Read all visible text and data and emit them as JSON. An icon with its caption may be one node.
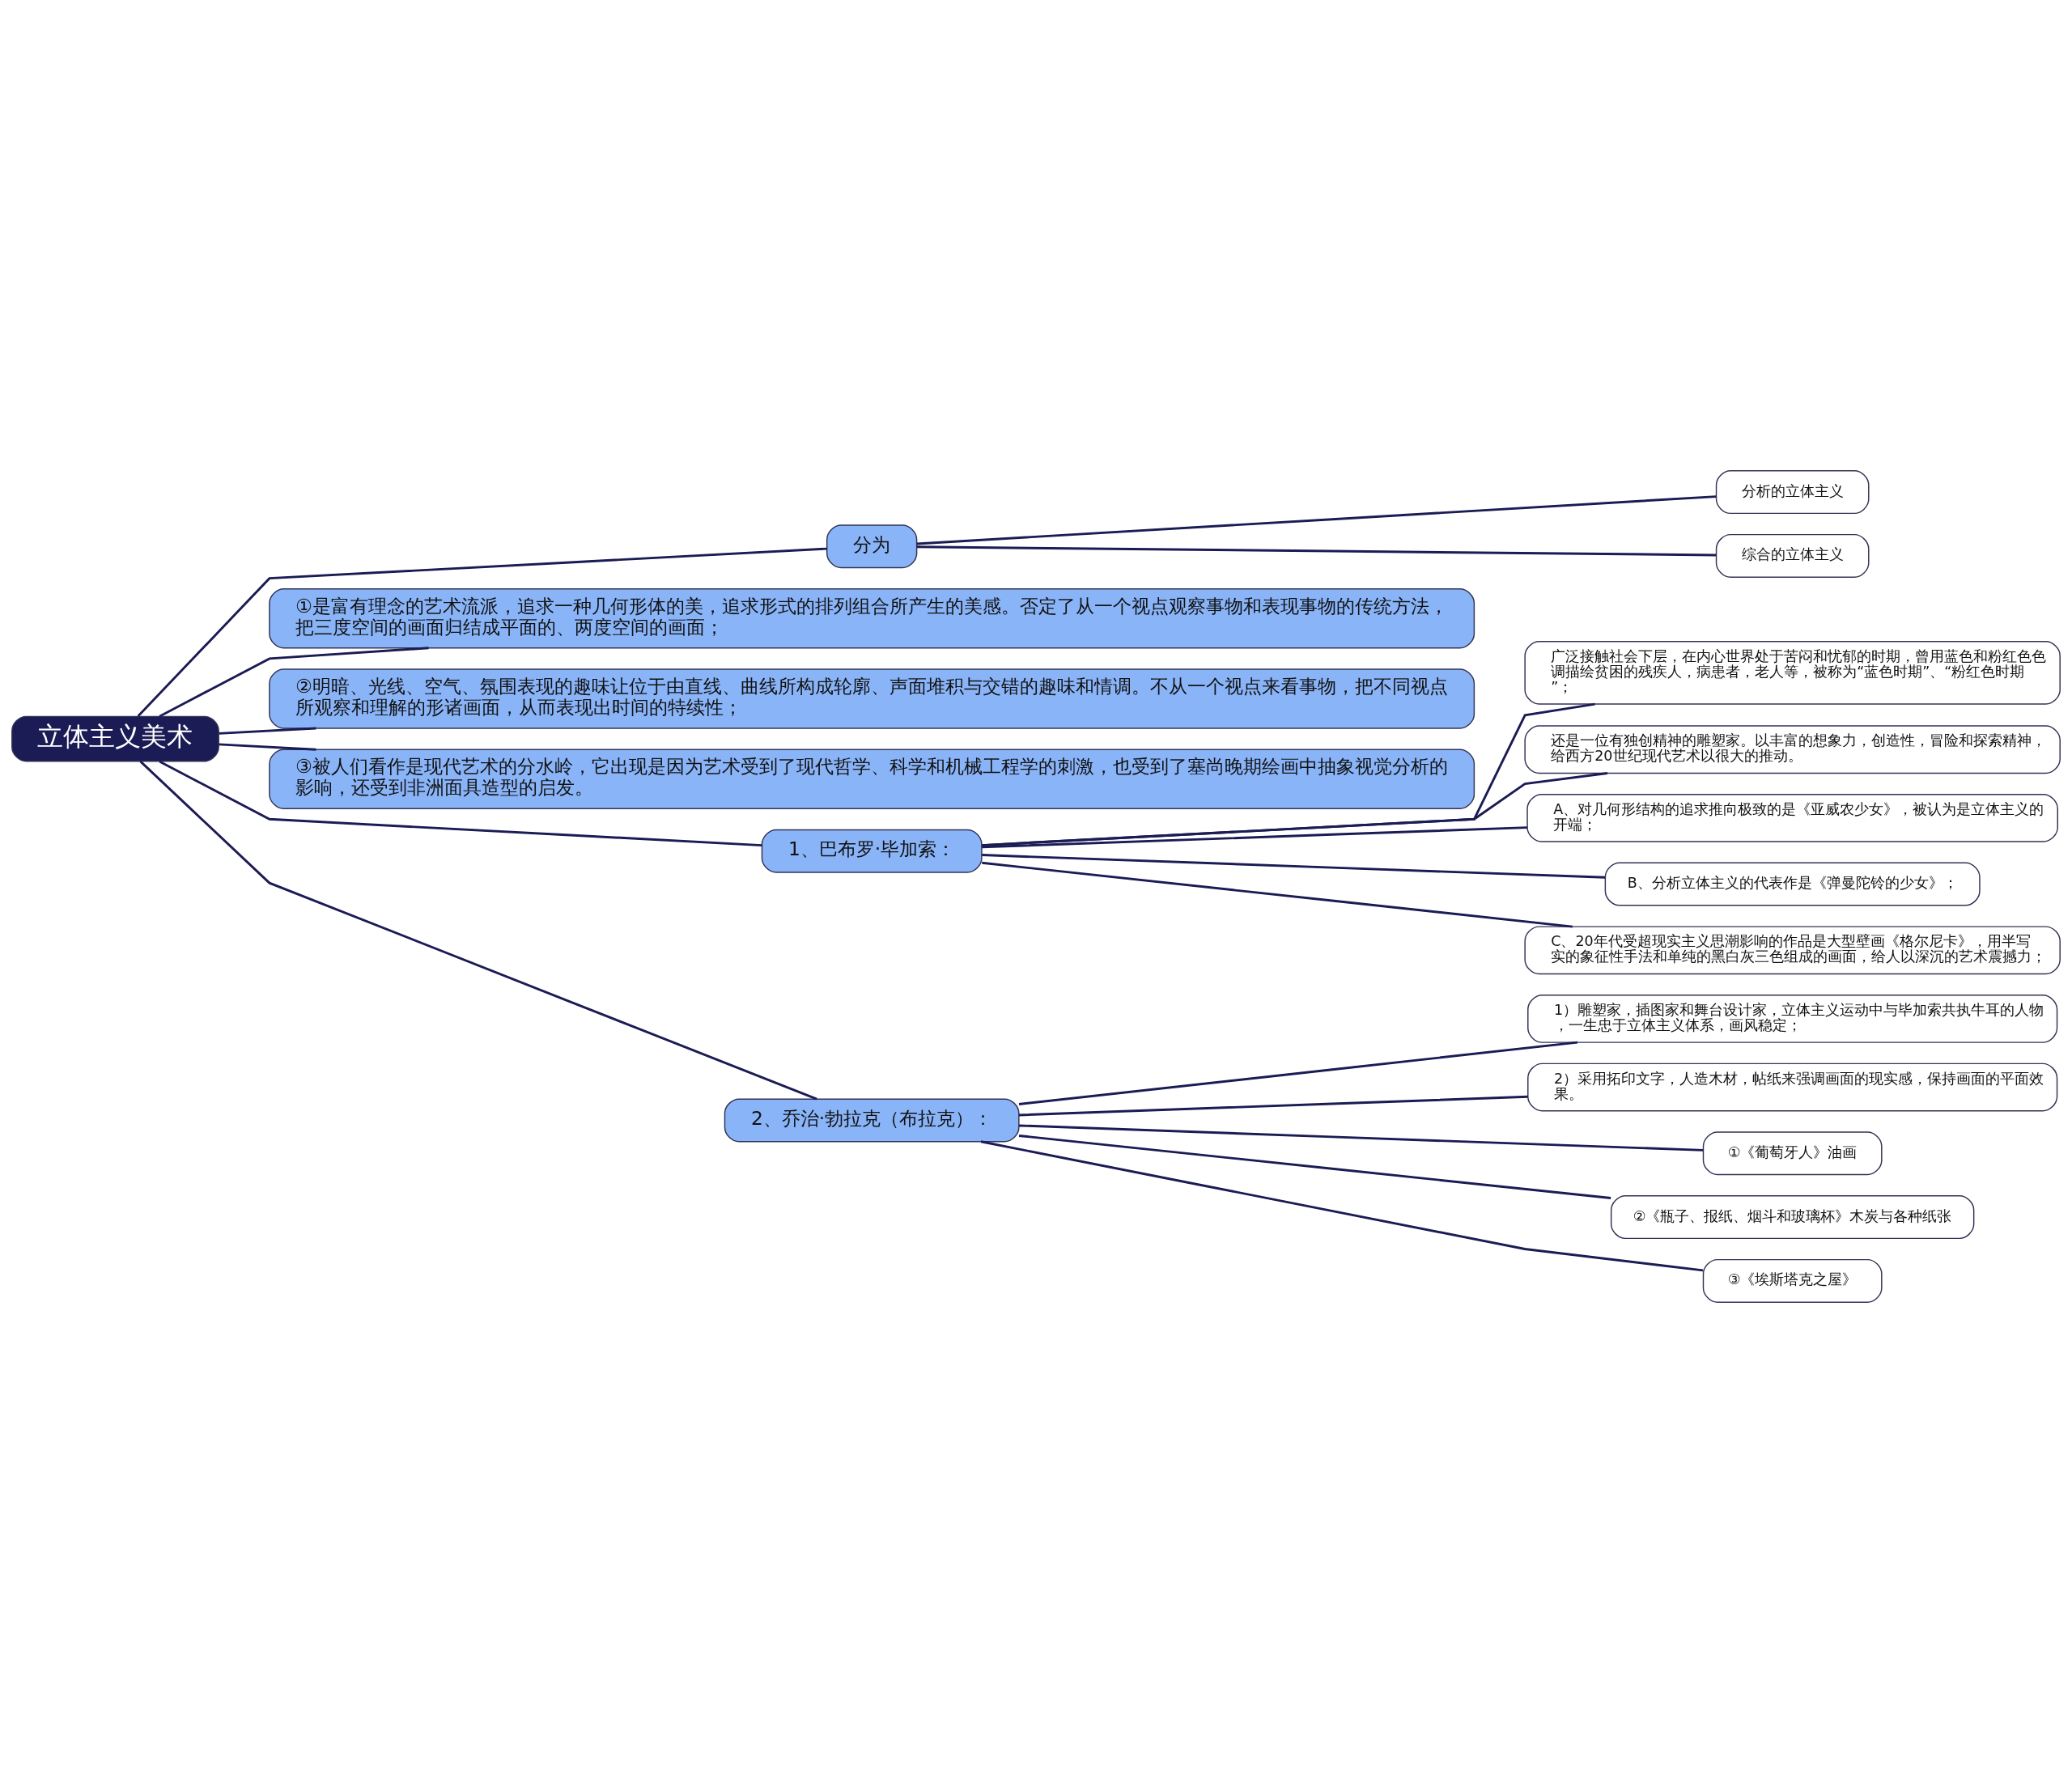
{
  "diagram": {
    "nodes": [
      {
        "text": [
          "立体主义美术"
        ]
      },
      {
        "text": [
          "分为"
        ]
      },
      {
        "text": [
          "分析的立体主义"
        ]
      },
      {
        "text": [
          "综合的立体主义"
        ]
      },
      {
        "text": [
          "①是富有理念的艺术流派，追求一种几何形体的美，追求形式的排列组合所产生的美感。否定了从一个视点观察事物和表现事物的传统方法，把三度空间的画面归结成平面的、两度空间的画面；"
        ]
      },
      {
        "text": [
          "②明暗、光线、空气、氛围表现的趣味让位于由直线、曲线所构成轮廓、声面堆积与交错的趣味和情调。不从一个视点来看事物，把不同视点所观察和理解的形诸画面，从而表现出时间的特续性；"
        ]
      },
      {
        "text": [
          "③被人们看作是现代艺术的分水岭，它出现是因为艺术受到了现代哲学、科学和机械工程学的刺激，也受到了塞尚晚期绘画中抽象视觉分析的影响，还受到非洲面具造型的启发。"
        ]
      },
      {
        "text": [
          "1、巴布罗·毕加索："
        ]
      },
      {
        "text": [
          "广泛接触社会下层，在内心世界处于苦闷和忧郁的时期，曾用蓝色和粉红色色调描绘贫困的残疾人，病患者，老人等，被称为“蓝色时期”、“粉红色时期”；"
        ]
      },
      {
        "text": [
          "还是一位有独创精神的雕塑家。以丰富的想象力，创造性，冒险和探索精神，给西方20世纪现代艺术以很大的推动。"
        ]
      },
      {
        "text": [
          "A、对几何形结构的追求推向极致的是《亚威农少女》，被认为是立体主义的开端；"
        ]
      },
      {
        "text": [
          "B、分析立体主义的代表作是《弹曼陀铃的少女》；"
        ]
      },
      {
        "text": [
          "C、20年代受超现实主义思潮影响的作品是大型壁画《格尔尼卡》，用半写实的象征性手法和单纯的黑白灰三色组成的画面，给人以深沉的艺术震撼力；"
        ]
      },
      {
        "text": [
          "2、乔治·勃拉克（布拉克）："
        ]
      },
      {
        "text": [
          "1）雕塑家，插图家和舞台设计家，立体主义运动中与毕加索共执牛耳的人物，一生忠于立体主义体系，画风稳定；"
        ]
      },
      {
        "text": [
          "2）采用拓印文字，人造木材，帖纸来强调画面的现实感，保持画面的平面效果。"
        ]
      },
      {
        "text": [
          "①《葡萄牙人》油画"
        ]
      },
      {
        "text": [
          "②《瓶子、报纸、烟斗和玻璃杯》木炭与各种纸张"
        ]
      },
      {
        "text": [
          "③《埃斯塔克之屋》"
        ]
      }
    ],
    "edges": [
      {
        "from": 0,
        "to": 1,
        "arrow": "none"
      },
      {
        "from": 1,
        "to": 2,
        "arrow": "none"
      },
      {
        "from": 1,
        "to": 3,
        "arrow": "none"
      },
      {
        "from": 0,
        "to": 4,
        "arrow": "none"
      },
      {
        "from": 0,
        "to": 5,
        "arrow": "none"
      },
      {
        "from": 0,
        "to": 6,
        "arrow": "none"
      },
      {
        "from": 0,
        "to": 7,
        "arrow": "none"
      },
      {
        "from": 7,
        "to": 8,
        "arrow": "none"
      },
      {
        "from": 7,
        "to": 9,
        "arrow": "none"
      },
      {
        "from": 7,
        "to": 10,
        "arrow": "none"
      },
      {
        "from": 7,
        "to": 11,
        "arrow": "none"
      },
      {
        "from": 7,
        "to": 12,
        "arrow": "none"
      },
      {
        "from": 0,
        "to": 13,
        "arrow": "none"
      },
      {
        "from": 13,
        "to": 14,
        "arrow": "none"
      },
      {
        "from": 13,
        "to": 15,
        "arrow": "none"
      },
      {
        "from": 13,
        "to": 16,
        "arrow": "none"
      },
      {
        "from": 13,
        "to": 17,
        "arrow": "none"
      },
      {
        "from": 13,
        "to": 18,
        "arrow": "none"
      }
    ]
  }
}
